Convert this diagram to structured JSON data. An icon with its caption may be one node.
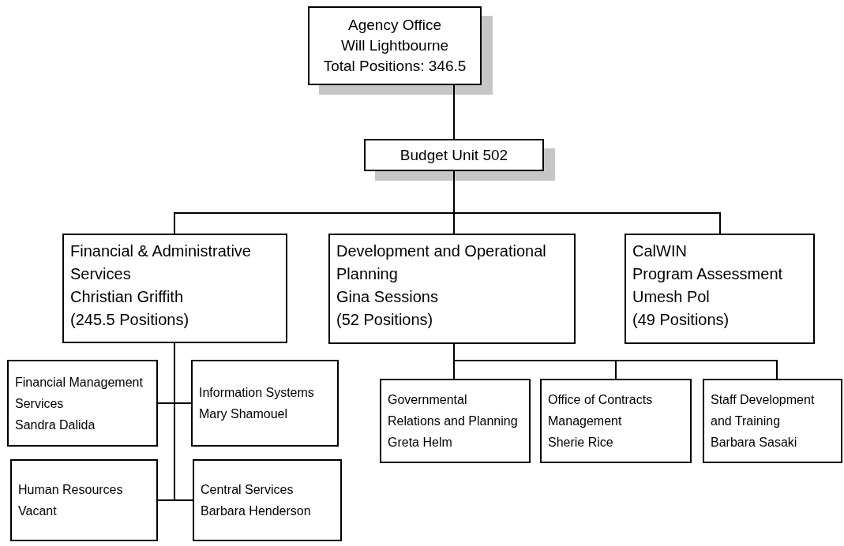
{
  "diagram": {
    "nodes": [
      {
        "text": [
          "Agency Office",
          "Will Lightbourne",
          "Total Positions: 346.5"
        ]
      },
      {
        "text": [
          "Budget Unit 502"
        ]
      },
      {
        "text": [
          "Financial & Administrative Services",
          "Christian Griffith",
          "(245.5 Positions)"
        ]
      },
      {
        "text": [
          "Development and Operational Planning",
          "Gina Sessions",
          "(52 Positions)"
        ]
      },
      {
        "text": [
          "CalWIN",
          "Program Assessment",
          "Umesh Pol",
          "(49 Positions)"
        ]
      },
      {
        "text": [
          "Financial Management Services",
          "Sandra Dalida"
        ]
      },
      {
        "text": [
          "Information Systems",
          "Mary Shamouel"
        ]
      },
      {
        "text": [
          "Human Resources",
          "Vacant"
        ]
      },
      {
        "text": [
          "Central Services",
          "Barbara Henderson"
        ]
      },
      {
        "text": [
          "Governmental Relations and Planning",
          "Greta Helm"
        ]
      },
      {
        "text": [
          "Office of Contracts Management",
          "Sherie Rice"
        ]
      },
      {
        "text": [
          "Staff Development and Training",
          "Barbara Sasaki"
        ]
      }
    ],
    "edges": [
      {
        "from": 0,
        "to": 1,
        "arrow": "none"
      },
      {
        "from": 1,
        "to": 2,
        "arrow": "none"
      },
      {
        "from": 1,
        "to": 3,
        "arrow": "none"
      },
      {
        "from": 1,
        "to": 4,
        "arrow": "none"
      },
      {
        "from": 2,
        "to": 5,
        "arrow": "none"
      },
      {
        "from": 2,
        "to": 6,
        "arrow": "none"
      },
      {
        "from": 2,
        "to": 7,
        "arrow": "none"
      },
      {
        "from": 2,
        "to": 8,
        "arrow": "none"
      },
      {
        "from": 3,
        "to": 9,
        "arrow": "none"
      },
      {
        "from": 3,
        "to": 10,
        "arrow": "none"
      },
      {
        "from": 3,
        "to": 11,
        "arrow": "none"
      }
    ]
  }
}
